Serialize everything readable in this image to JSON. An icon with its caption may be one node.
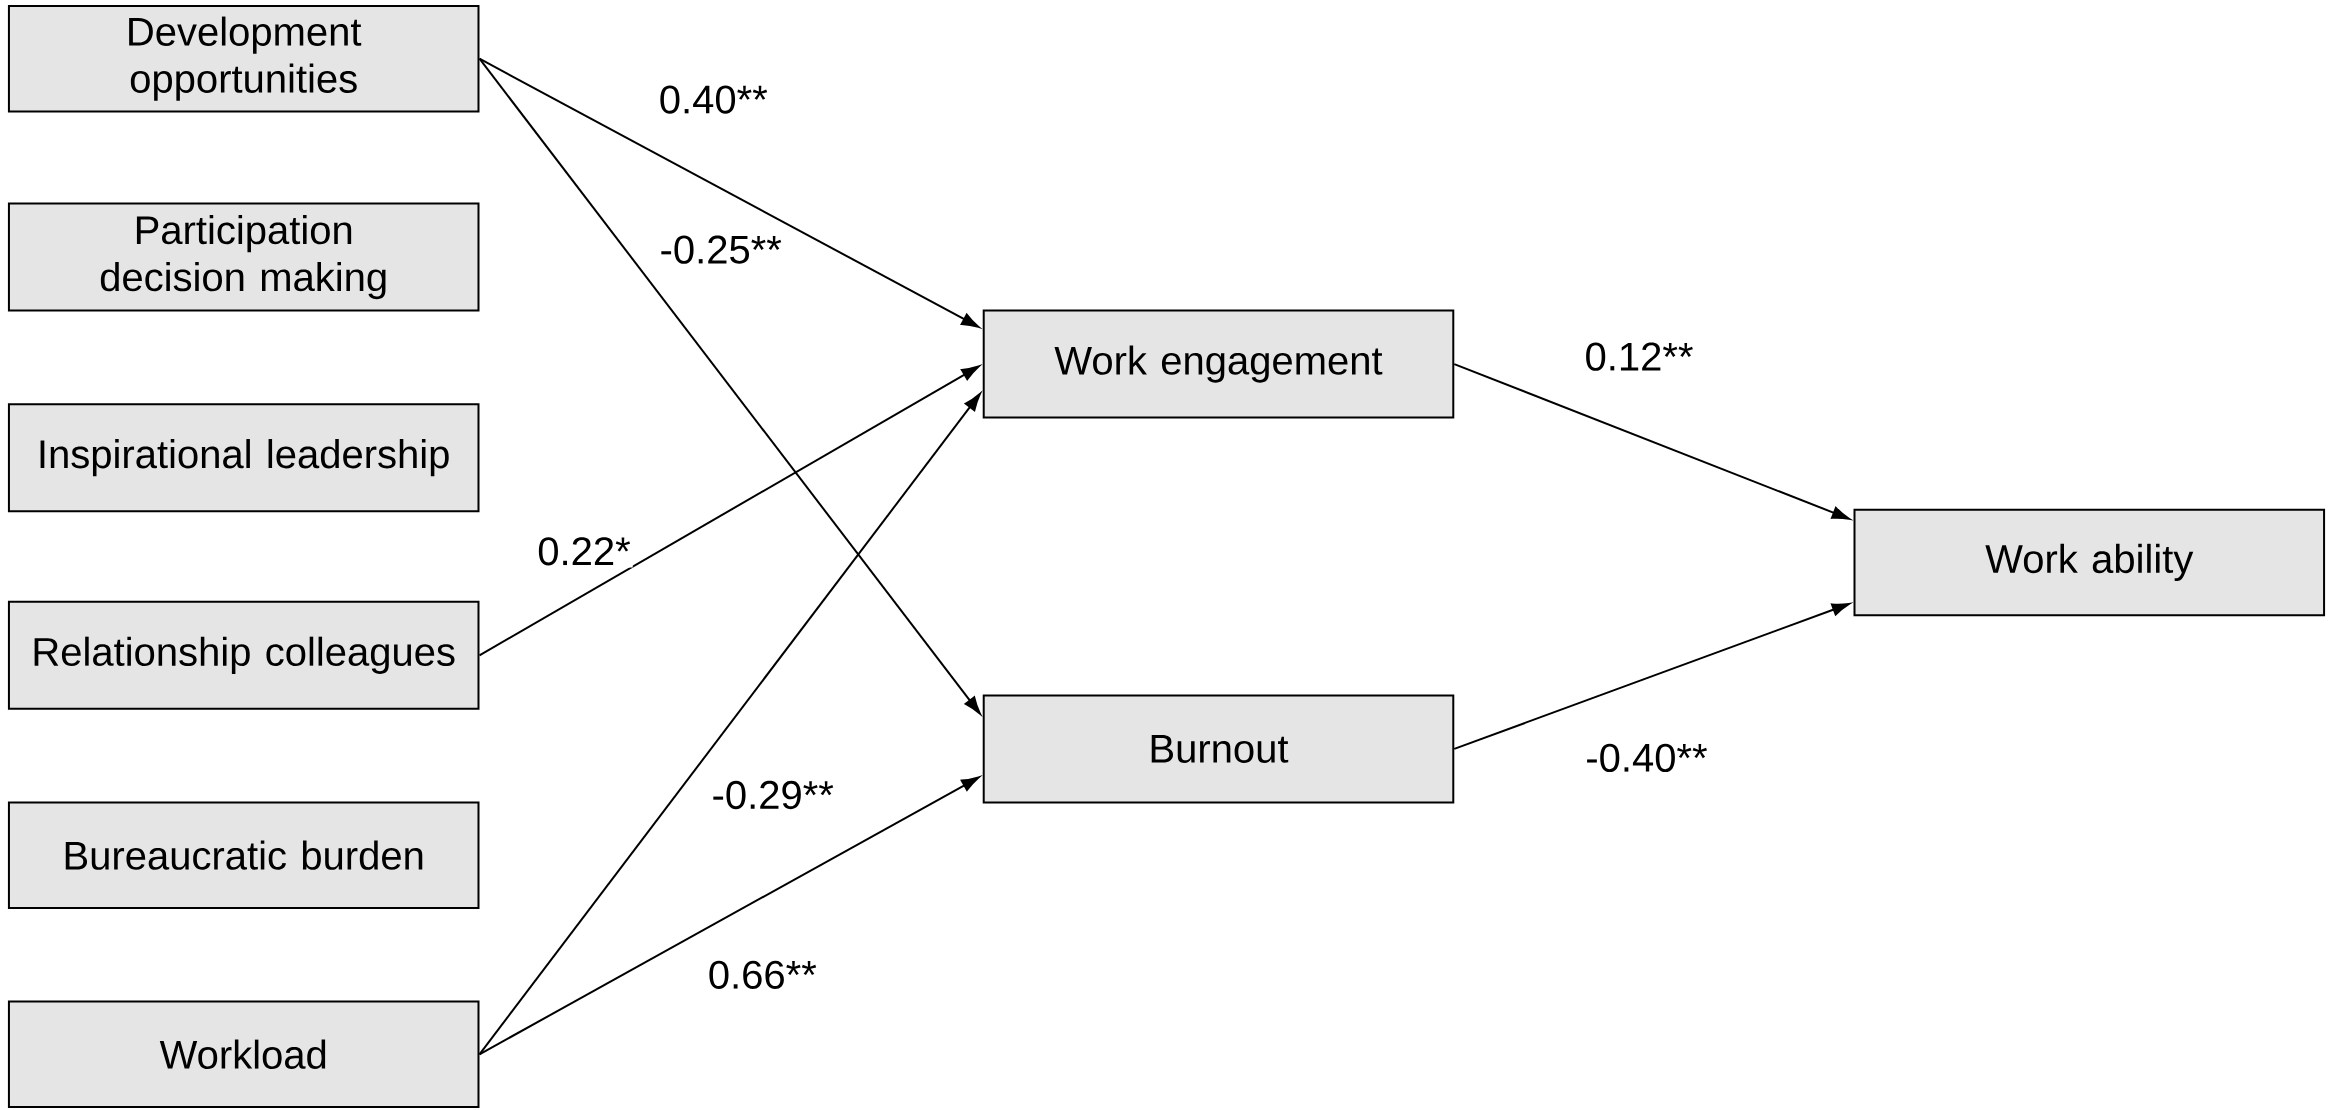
{
  "diagram": {
    "nodes": [
      {
        "text": [
          "Development opportunities"
        ]
      },
      {
        "text": [
          "Participation decision making"
        ]
      },
      {
        "text": [
          "Inspirational leadership"
        ]
      },
      {
        "text": [
          "Relationship colleagues"
        ]
      },
      {
        "text": [
          "Bureaucratic burden"
        ]
      },
      {
        "text": [
          "Workload"
        ]
      },
      {
        "text": [
          "Work engagement"
        ]
      },
      {
        "text": [
          "Burnout"
        ]
      },
      {
        "text": [
          "Work ability"
        ]
      }
    ],
    "edges": [
      {
        "from": 0,
        "to": 6,
        "arrow": "to",
        "label": "0.40**"
      },
      {
        "from": 0,
        "to": 7,
        "arrow": "to",
        "label": "-0.25**"
      },
      {
        "from": 3,
        "to": 6,
        "arrow": "to",
        "label": "0.22*"
      },
      {
        "from": 5,
        "to": 6,
        "arrow": "to",
        "label": "-0.29**"
      },
      {
        "from": 5,
        "to": 7,
        "arrow": "to",
        "label": "0.66**"
      },
      {
        "from": 6,
        "to": 8,
        "arrow": "to",
        "label": "0.12**"
      },
      {
        "from": 7,
        "to": 8,
        "arrow": "to",
        "label": "-0.40**"
      }
    ]
  }
}
